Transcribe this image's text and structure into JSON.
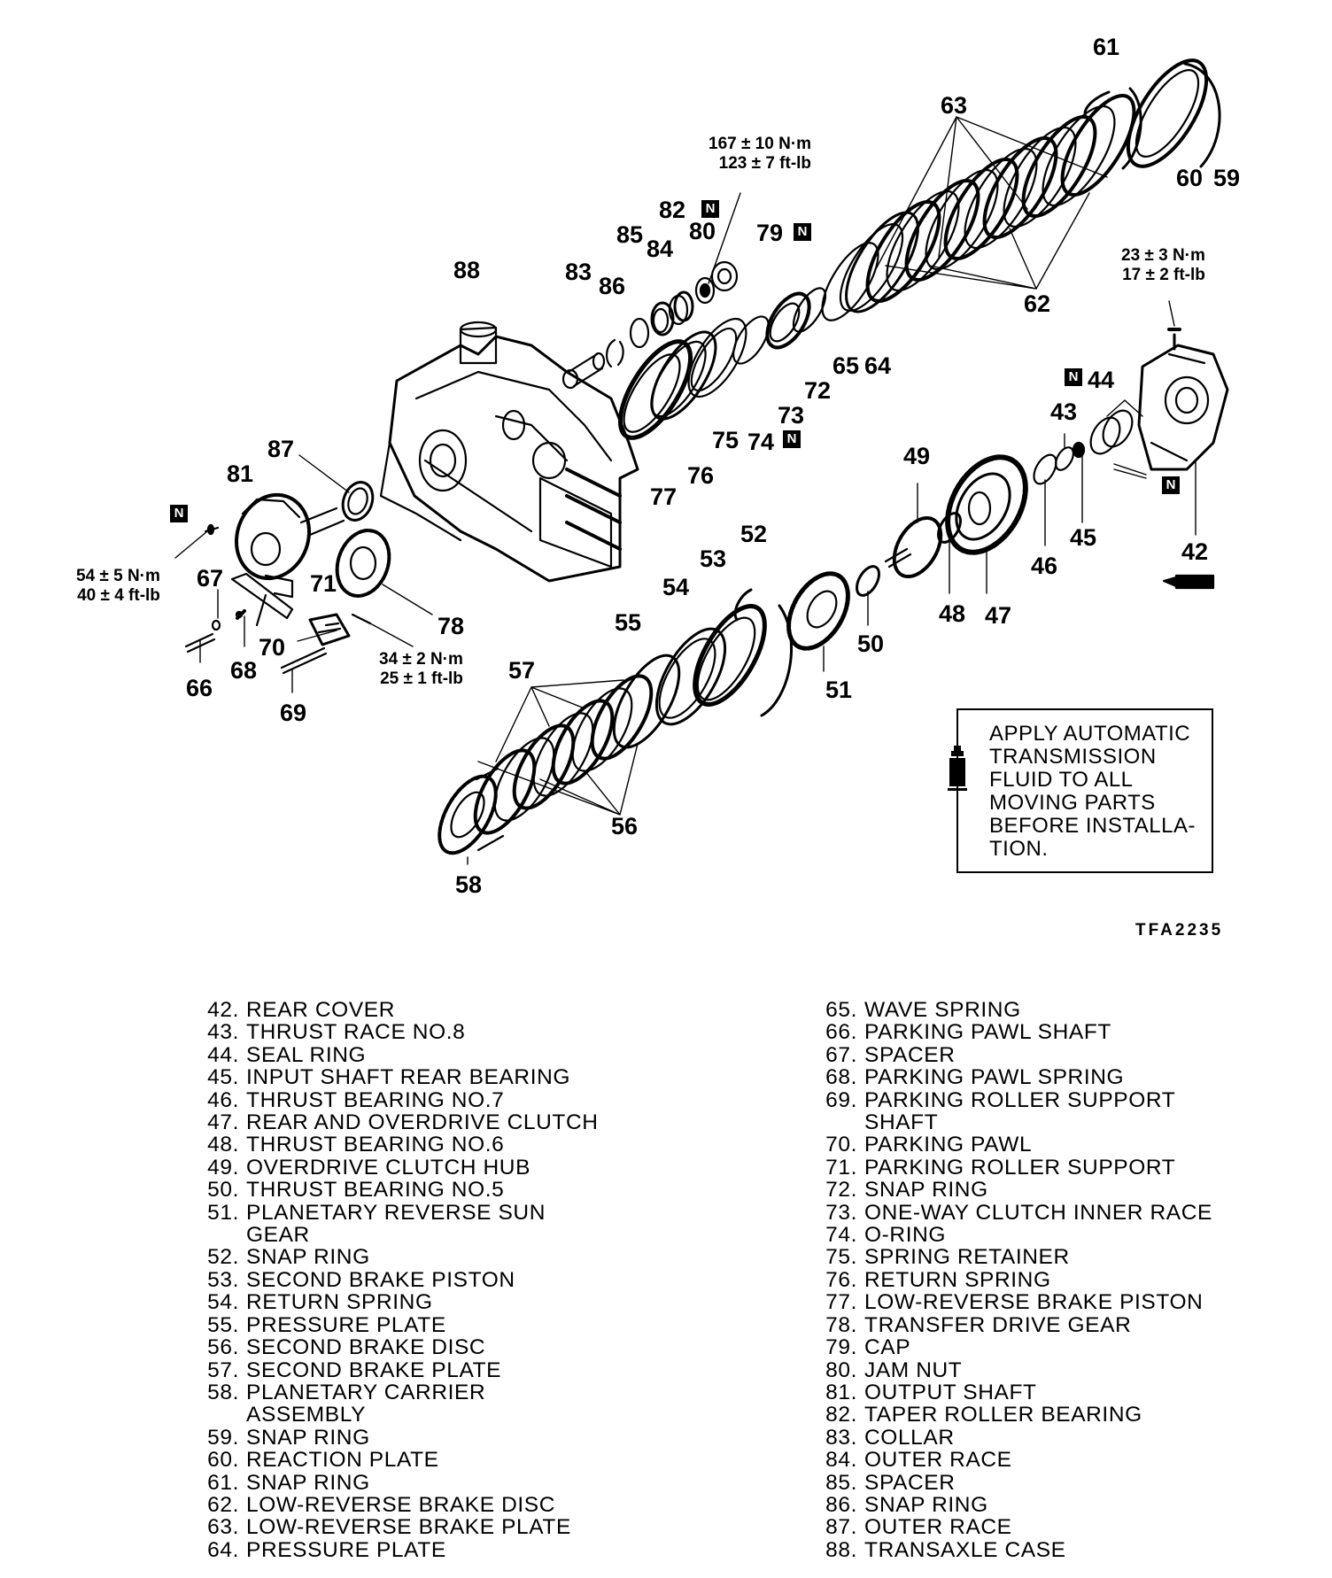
{
  "figure": {
    "code": "TFA2235",
    "note": "APPLY AUTOMATIC\nTRANSMISSION\nFLUID TO ALL\nMOVING PARTS\nBEFORE INSTALLA-\nTION.",
    "badge": "N",
    "icons": [
      "atf-bottle-icon"
    ]
  },
  "torque": {
    "t80": {
      "nm": "167 ± 10 N·m",
      "ftlb": "123 ± 7 ft-lb"
    },
    "t42": {
      "nm": "23 ± 3 N·m",
      "ftlb": "17 ± 2 ft-lb"
    },
    "t81": {
      "nm": "54 ± 5 N·m",
      "ftlb": "40 ± 4 ft-lb"
    },
    "t78": {
      "nm": "34 ± 2 N·m",
      "ftlb": "25 ± 1 ft-lb"
    }
  },
  "callouts": {
    "c42": "42",
    "c43": "43",
    "c44": "44",
    "c45": "45",
    "c46": "46",
    "c47": "47",
    "c48": "48",
    "c49": "49",
    "c50": "50",
    "c51": "51",
    "c52": "52",
    "c53": "53",
    "c54": "54",
    "c55": "55",
    "c56": "56",
    "c57": "57",
    "c58": "58",
    "c59": "59",
    "c60": "60",
    "c61": "61",
    "c62": "62",
    "c63": "63",
    "c64": "64",
    "c65": "65",
    "c66": "66",
    "c67": "67",
    "c68": "68",
    "c69": "69",
    "c70": "70",
    "c71": "71",
    "c72": "72",
    "c73": "73",
    "c74": "74",
    "c75": "75",
    "c76": "76",
    "c77": "77",
    "c78": "78",
    "c79": "79",
    "c80": "80",
    "c81": "81",
    "c82": "82",
    "c83": "83",
    "c84": "84",
    "c85": "85",
    "c86": "86",
    "c87": "87",
    "c88": "88"
  },
  "legend": {
    "left": [
      {
        "num": "42.",
        "name": "REAR COVER"
      },
      {
        "num": "43.",
        "name": "THRUST RACE NO.8"
      },
      {
        "num": "44.",
        "name": "SEAL RING"
      },
      {
        "num": "45.",
        "name": "INPUT SHAFT REAR BEARING"
      },
      {
        "num": "46.",
        "name": "THRUST BEARING NO.7"
      },
      {
        "num": "47.",
        "name": "REAR AND OVERDRIVE CLUTCH"
      },
      {
        "num": "48.",
        "name": "THRUST BEARING NO.6"
      },
      {
        "num": "49.",
        "name": "OVERDRIVE CLUTCH HUB"
      },
      {
        "num": "50.",
        "name": "THRUST BEARING NO.5"
      },
      {
        "num": "51.",
        "name": "PLANETARY REVERSE SUN"
      },
      {
        "num": "",
        "name": "GEAR"
      },
      {
        "num": "52.",
        "name": "SNAP RING"
      },
      {
        "num": "53.",
        "name": "SECOND BRAKE PISTON"
      },
      {
        "num": "54.",
        "name": "RETURN SPRING"
      },
      {
        "num": "55.",
        "name": "PRESSURE PLATE"
      },
      {
        "num": "56.",
        "name": "SECOND BRAKE DISC"
      },
      {
        "num": "57.",
        "name": "SECOND BRAKE PLATE"
      },
      {
        "num": "58.",
        "name": "PLANETARY CARRIER"
      },
      {
        "num": "",
        "name": "ASSEMBLY"
      },
      {
        "num": "59.",
        "name": "SNAP RING"
      },
      {
        "num": "60.",
        "name": "REACTION PLATE"
      },
      {
        "num": "61.",
        "name": "SNAP RING"
      },
      {
        "num": "62.",
        "name": "LOW-REVERSE BRAKE DISC"
      },
      {
        "num": "63.",
        "name": "LOW-REVERSE BRAKE PLATE"
      },
      {
        "num": "64.",
        "name": "PRESSURE PLATE"
      }
    ],
    "right": [
      {
        "num": "65.",
        "name": "WAVE SPRING"
      },
      {
        "num": "66.",
        "name": "PARKING PAWL SHAFT"
      },
      {
        "num": "67.",
        "name": "SPACER"
      },
      {
        "num": "68.",
        "name": "PARKING PAWL SPRING"
      },
      {
        "num": "69.",
        "name": "PARKING ROLLER SUPPORT"
      },
      {
        "num": "",
        "name": "SHAFT"
      },
      {
        "num": "70.",
        "name": "PARKING PAWL"
      },
      {
        "num": "71.",
        "name": "PARKING ROLLER SUPPORT"
      },
      {
        "num": "72.",
        "name": "SNAP RING"
      },
      {
        "num": "73.",
        "name": "ONE-WAY CLUTCH INNER RACE"
      },
      {
        "num": "74.",
        "name": "O-RING"
      },
      {
        "num": "75.",
        "name": "SPRING RETAINER"
      },
      {
        "num": "76.",
        "name": "RETURN SPRING"
      },
      {
        "num": "77.",
        "name": "LOW-REVERSE BRAKE PISTON"
      },
      {
        "num": "78.",
        "name": "TRANSFER DRIVE GEAR"
      },
      {
        "num": "79.",
        "name": "CAP"
      },
      {
        "num": "80.",
        "name": "JAM NUT"
      },
      {
        "num": "81.",
        "name": "OUTPUT SHAFT"
      },
      {
        "num": "82.",
        "name": "TAPER ROLLER BEARING"
      },
      {
        "num": "83.",
        "name": "COLLAR"
      },
      {
        "num": "84.",
        "name": "OUTER RACE"
      },
      {
        "num": "85.",
        "name": "SPACER"
      },
      {
        "num": "86.",
        "name": "SNAP RING"
      },
      {
        "num": "87.",
        "name": "OUTER RACE"
      },
      {
        "num": "88.",
        "name": "TRANSAXLE CASE"
      }
    ]
  }
}
